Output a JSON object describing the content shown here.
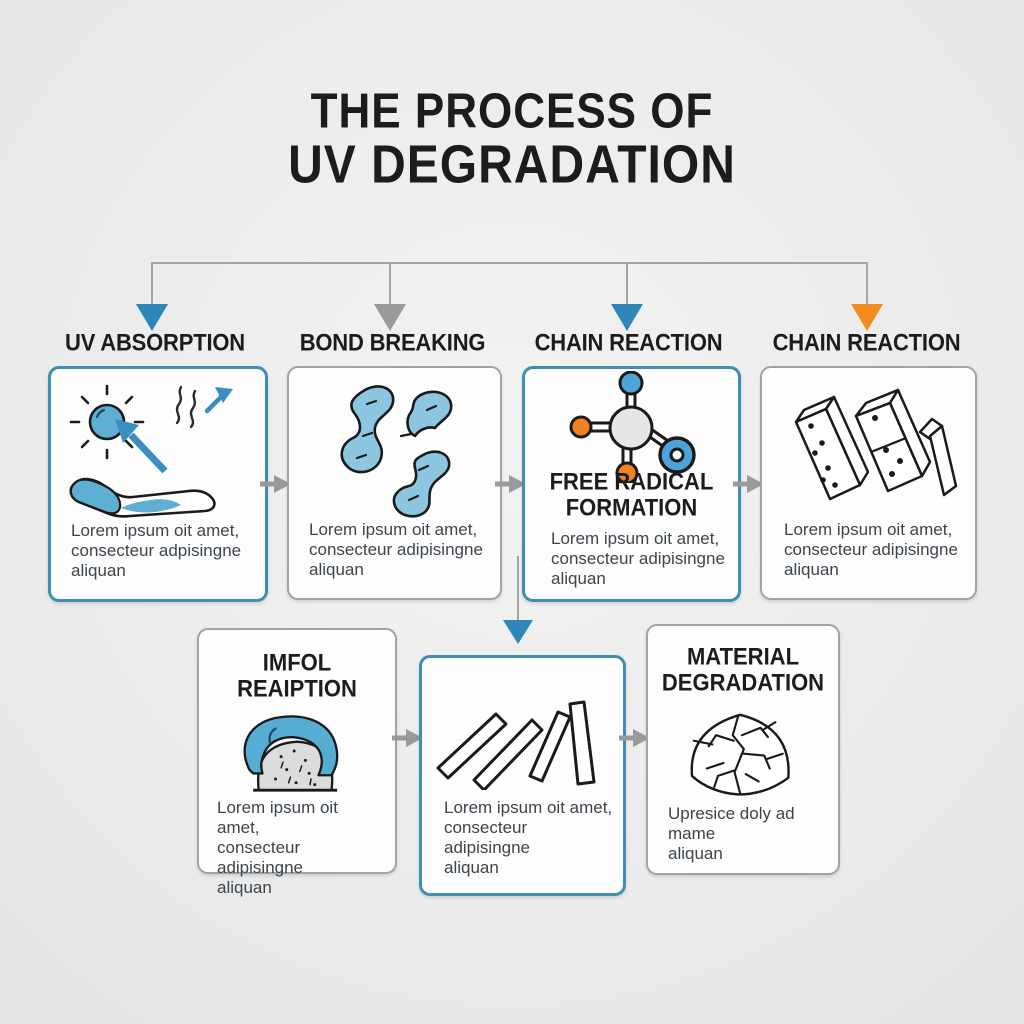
{
  "title": {
    "line1": "THE PROCESS OF",
    "line2": "UV DEGRADATION"
  },
  "steps": [
    {
      "id": "uv-absorption",
      "heading": "UV ABSORPTION",
      "border": "blue",
      "icon": "sun-reflection-icon",
      "body": "Lorem ipsum oit amet,\nconsecteur adpisingne\naliquan"
    },
    {
      "id": "bond-breaking",
      "heading": "BOND BREAKING",
      "border": "gray",
      "icon": "broken-polymer-icon",
      "body": "Lorem ipsum oit amet,\nconsecteur adipisingne\naliquan"
    },
    {
      "id": "chain-reaction-1",
      "heading": "CHAIN REACTION",
      "border": "blue",
      "icon": "free-radical-molecule-icon",
      "inner_heading": "FREE RADICAL\nFORMATION",
      "body": "Lorem ipsum oit amet,\nconsecteur adipisingne\naliquan"
    },
    {
      "id": "chain-reaction-2",
      "heading": "CHAIN REACTION",
      "border": "gray",
      "icon": "falling-dominoes-icon",
      "body": "Lorem ipsum oit amet,\nconsecteur adipisingne\naliquan"
    },
    {
      "id": "imfol-reaiption",
      "border": "gray",
      "icon": "draped-material-icon",
      "inner_heading": "IMFOL\nREAIPTION",
      "body": "Lorem ipsum oit amet,\nconsecteur adipisingne\naliquan"
    },
    {
      "id": "leaning-planks-step",
      "border": "blue",
      "icon": "leaning-planks-icon",
      "body": "Lorem ipsum oit amet,\nconsecteur adipisingne\naliquan"
    },
    {
      "id": "material-degradation",
      "border": "gray",
      "icon": "cracked-material-icon",
      "inner_heading": "MATERIAL\nDEGRADATION",
      "body": "Upresice doly ad mame\naliquan"
    }
  ],
  "connectors": {
    "top_branch_arrows": [
      {
        "target": "uv-absorption",
        "color": "#2F86B8"
      },
      {
        "target": "bond-breaking",
        "color": "#9A9A9A"
      },
      {
        "target": "chain-reaction-1",
        "color": "#2F86B8"
      },
      {
        "target": "chain-reaction-2",
        "color": "#F28C1E"
      }
    ],
    "row1_flow_arrows_color": "#9A9A9A",
    "row2_flow_arrows_color": "#9A9A9A",
    "drop_arrow_to_row2_color": "#2F86B8"
  },
  "colors": {
    "background": "#ECEDEC",
    "box_background": "#FDFDFD",
    "blue_border": "#3F8FB4",
    "gray_border": "#A3A3A3",
    "heading_text": "#1C1C1C",
    "body_text": "#3D454C",
    "icon_blue": "#5FAFD2",
    "icon_orange": "#F08224",
    "icon_outline": "#1A1A1A"
  }
}
